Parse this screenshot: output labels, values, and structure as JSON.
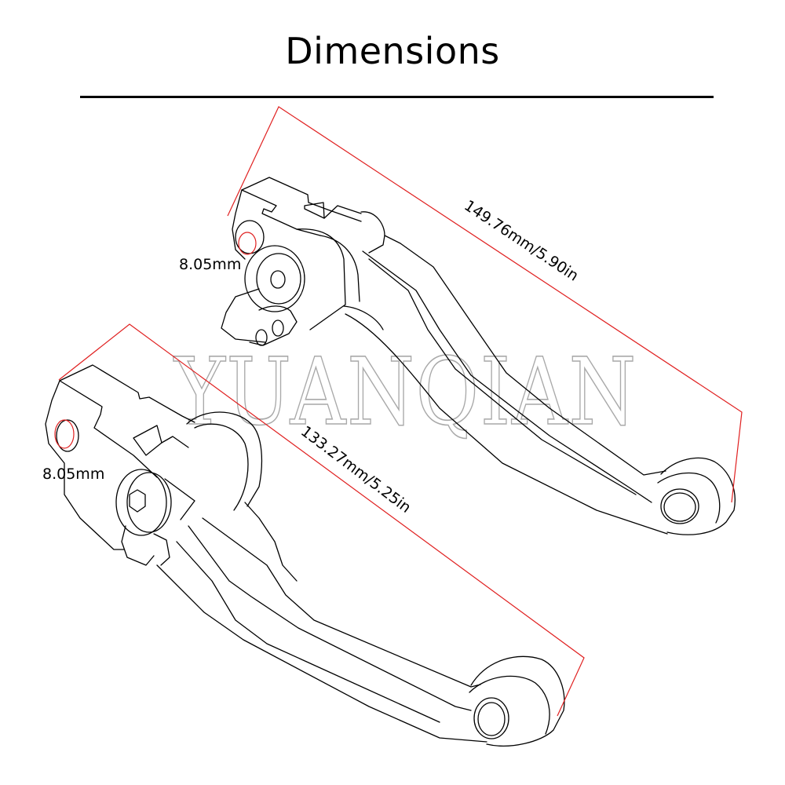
{
  "header": {
    "title": "Dimensions"
  },
  "watermark": {
    "text": "YUANQIAN",
    "color": "#a9a9a9"
  },
  "levers": [
    {
      "name": "upper-lever",
      "length_label": "149.76mm/5.90in",
      "hole_label": "8.05mm"
    },
    {
      "name": "lower-lever",
      "length_label": "133.27mm/5.25in",
      "hole_label": "8.05mm"
    }
  ],
  "colors": {
    "dimension_line": "#e02020",
    "outline": "#000000",
    "background": "#ffffff"
  }
}
